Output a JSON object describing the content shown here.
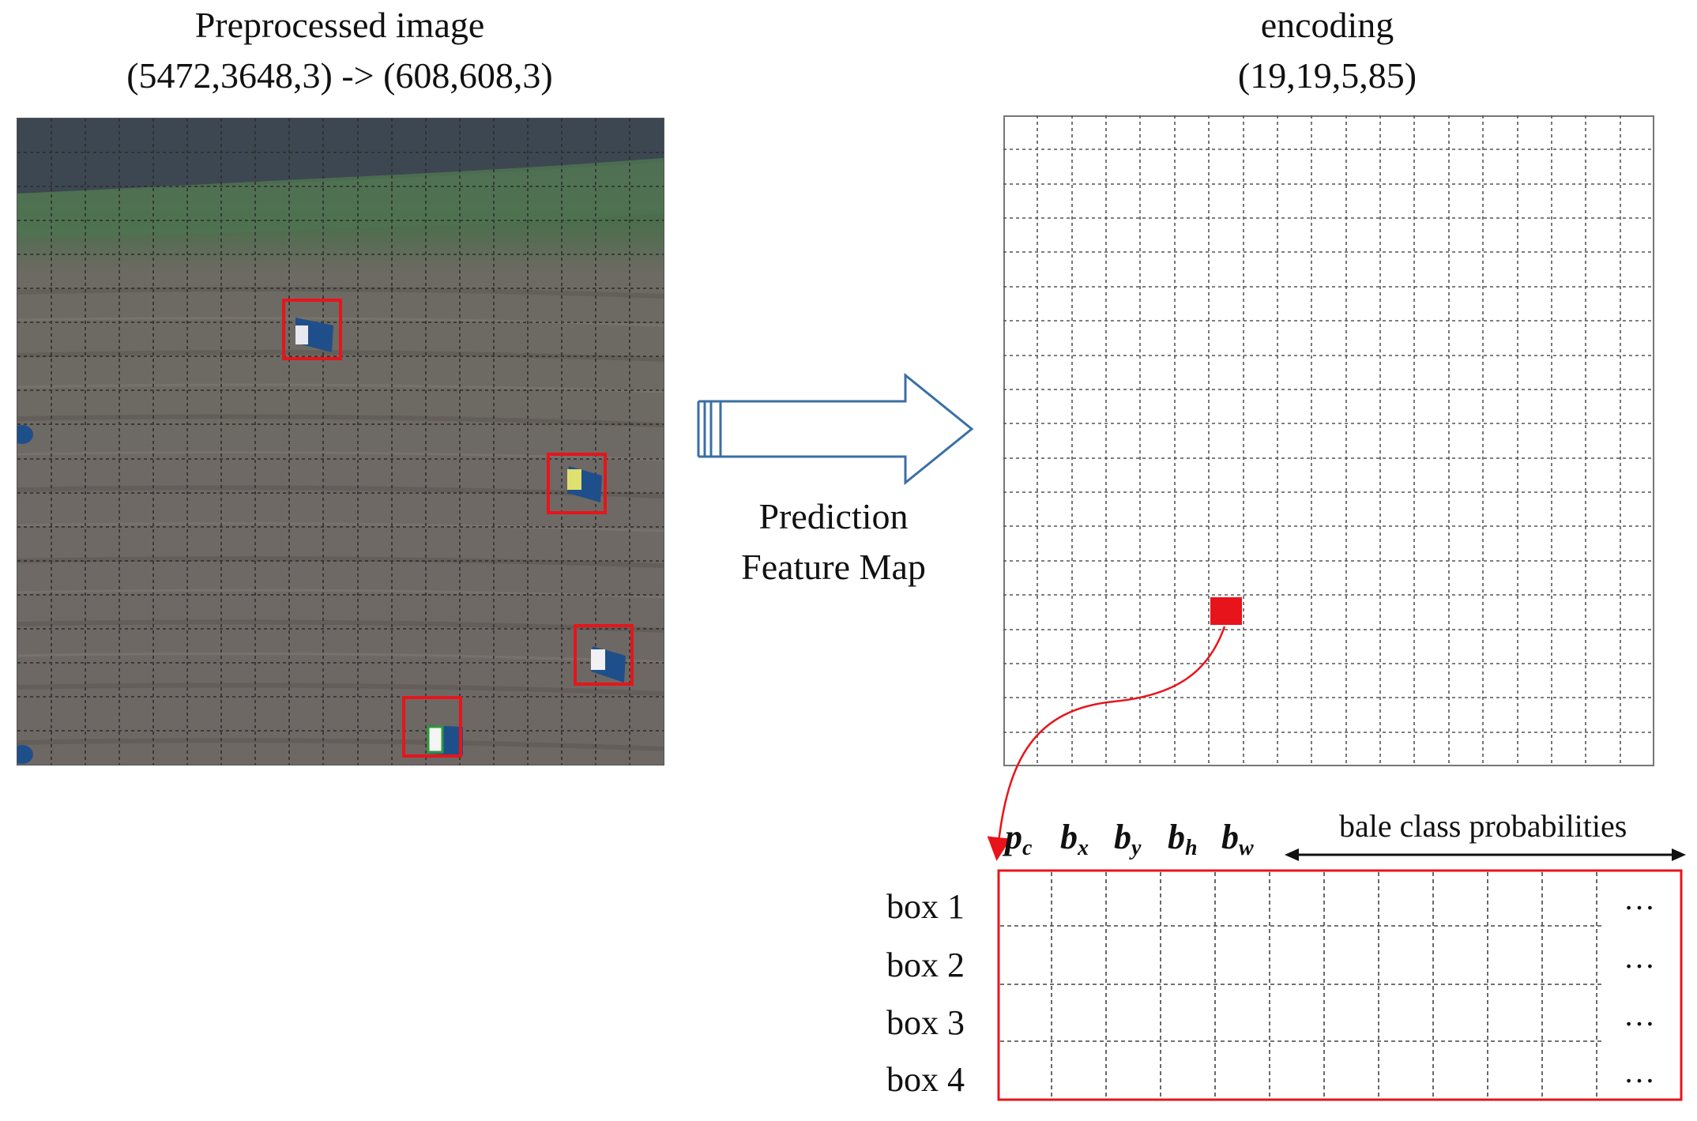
{
  "left_panel": {
    "title_line1": "Preprocessed image",
    "title_line2": "(5472,3648,3) -> (608,608,3)"
  },
  "right_panel": {
    "title_line1": "encoding",
    "title_line2": "(19,19,5,85)"
  },
  "arrow": {
    "label_line1": "Prediction",
    "label_line2": "Feature Map"
  },
  "vector_header": {
    "items": [
      {
        "main": "p",
        "sub": "c"
      },
      {
        "main": "b",
        "sub": "x"
      },
      {
        "main": "b",
        "sub": "y"
      },
      {
        "main": "b",
        "sub": "h"
      },
      {
        "main": "b",
        "sub": "w"
      }
    ],
    "class_label": "bale class probabilities"
  },
  "table": {
    "rows": [
      "box 1",
      "box 2",
      "box 3",
      "box 4"
    ],
    "ellipsis": "…"
  },
  "colors": {
    "highlight": "#e8141b",
    "arrow_stroke": "#3a6fa5",
    "grid": "#555555",
    "field": "#6f6a66",
    "grass": "#3e6a45",
    "bale": "#1f4f8a"
  }
}
